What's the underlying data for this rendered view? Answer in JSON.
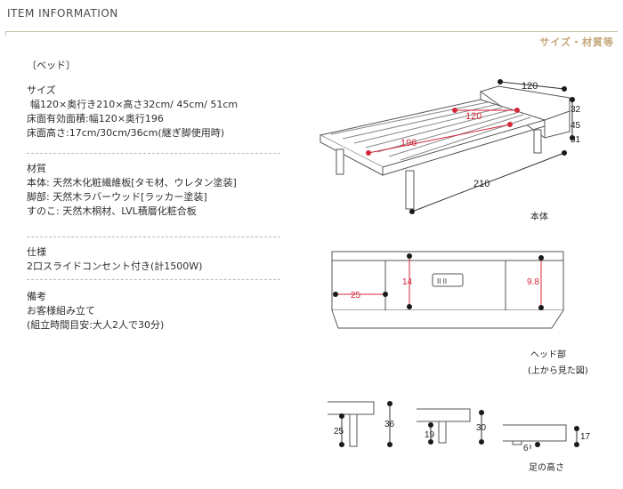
{
  "header": {
    "title": "ITEM INFORMATION",
    "subtitle": "サイズ・材質等"
  },
  "spec": {
    "category": "〔ベッド〕",
    "size": {
      "heading": "サイズ",
      "lines": [
        "幅120×奥行き210×高さ32cm/ 45cm/ 51cm",
        "床面有効面積:幅120×奥行196",
        "床面高さ:17cm/30cm/36cm(継ぎ脚使用時)"
      ]
    },
    "material": {
      "heading": "材質",
      "lines": [
        "本体: 天然木化粧繊維板[タモ材、ウレタン塗装]",
        "脚部: 天然木ラバーウッド[ラッカー塗装]",
        "すのこ: 天然木桐材、LVL積層化粧合板"
      ]
    },
    "features": {
      "heading": "仕様",
      "lines": [
        "2口スライドコンセント付き(計1500W)"
      ]
    },
    "notes": {
      "heading": "備考",
      "lines": [
        "お客様組み立て",
        "(組立時間目安:大人2人で30分)"
      ]
    }
  },
  "diagrams": {
    "body": {
      "caption": "本体",
      "width": "120",
      "slat_width": "120",
      "slat_length": "196",
      "length": "210",
      "heights": [
        "32",
        "45",
        "51"
      ]
    },
    "headboard": {
      "caption": "ヘッド部",
      "caption2": "(上から見た図)",
      "compartment_width": "25",
      "depth": "14",
      "right_depth": "9.8",
      "outlet_label": "II II"
    },
    "legs": {
      "caption": "足の高さ",
      "leg1_height": "25",
      "leg1_total": "36",
      "leg2_height": "19",
      "leg2_total": "30",
      "leg3_height": "6",
      "leg3_total": "17"
    }
  },
  "colors": {
    "accent_red": "#d4283a",
    "dot_black": "#1a1a1a",
    "header_line": "#c9c2a6",
    "subtitle": "#c4a77b"
  }
}
